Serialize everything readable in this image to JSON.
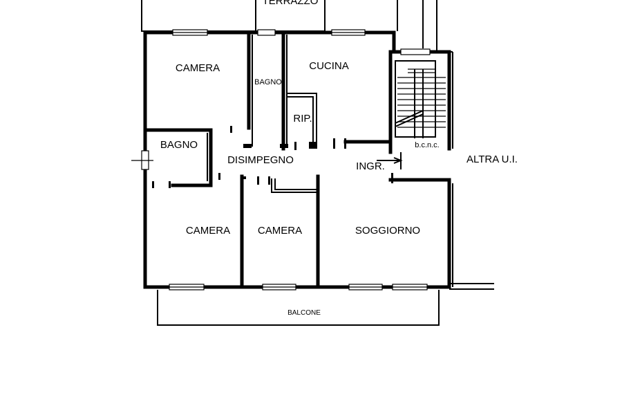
{
  "labels": {
    "terrazzo": "TERRAZZO",
    "camera_top": "CAMERA",
    "bagno_small": "BAGNO",
    "cucina": "CUCINA",
    "rip": "RIP.",
    "bagno_left": "BAGNO",
    "disimpegno": "DISIMPEGNO",
    "ingr": "INGR.",
    "bcnc": "b.c.n.c.",
    "altra_ui": "ALTRA U.I.",
    "camera_bottom_left": "CAMERA",
    "camera_bottom_mid": "CAMERA",
    "soggiorno": "SOGGIORNO",
    "balcone": "BALCONE"
  }
}
